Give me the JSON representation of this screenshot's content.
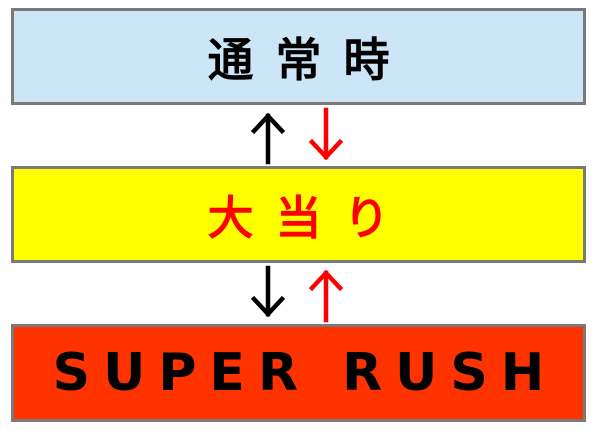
{
  "states": {
    "normal": {
      "label": "通常時",
      "bg": "#cce6f7"
    },
    "bonus": {
      "label": "大当り",
      "bg": "#ffff00",
      "text_color": "#ff0000"
    },
    "rush": {
      "label": "SUPER RUSH",
      "bg": "#ff3300"
    }
  },
  "arrow_colors": {
    "black": "#000000",
    "red": "#ff0000"
  }
}
